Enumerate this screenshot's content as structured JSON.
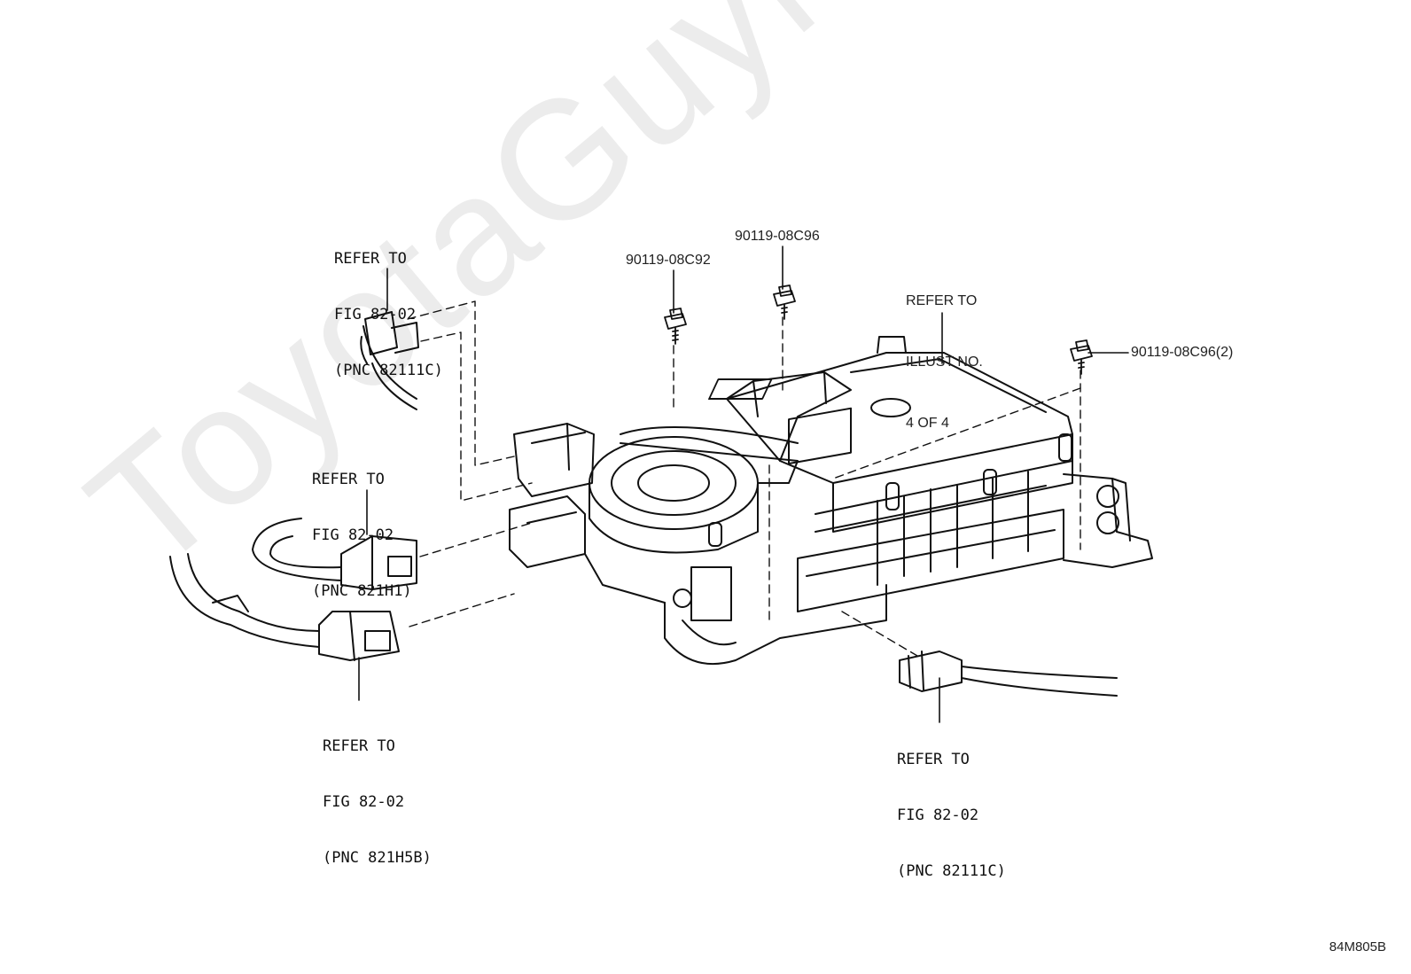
{
  "watermark": "ToyotaGuyMine.ru",
  "drawing_code": "84M805B",
  "callouts": {
    "top_left_ref": [
      "REFER TO",
      "FIG 82-02",
      "(PNC 82111C)"
    ],
    "mid_left_ref": [
      "REFER TO",
      "FIG 82-02",
      "(PNC 821H1)"
    ],
    "bottom_left_ref": [
      "REFER TO",
      "FIG 82-02",
      "(PNC 821H5B)"
    ],
    "bottom_right_ref": [
      "REFER TO",
      "FIG 82-02",
      "(PNC 82111C)"
    ],
    "illust_ref": [
      "REFER TO",
      "ILLUST NO.",
      "4 OF 4"
    ],
    "bolt_a": "90119-08C92",
    "bolt_b": "90119-08C96",
    "bolt_c": "90119-08C96(2)"
  }
}
